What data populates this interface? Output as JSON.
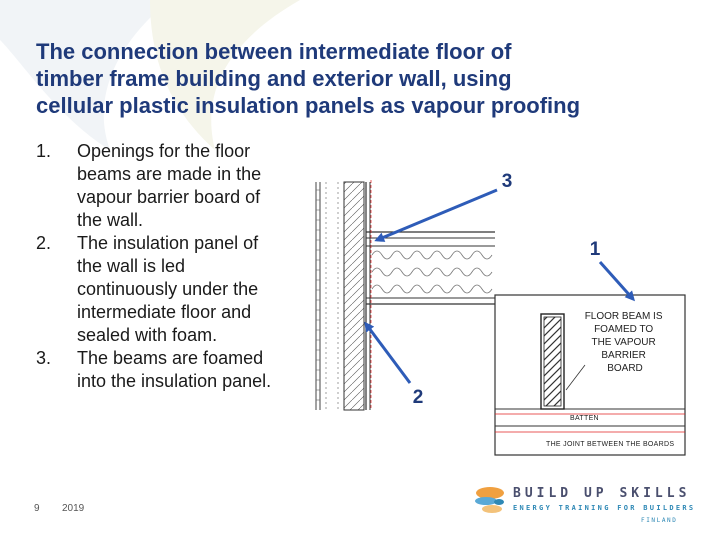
{
  "title": {
    "lines": [
      "The connection between intermediate floor of",
      "timber frame building and exterior wall, using",
      "cellular plastic insulation panels as vapour proofing"
    ]
  },
  "points": [
    {
      "number": "1.",
      "lines": [
        "Openings for the floor",
        "beams are made in the",
        "vapour barrier board of",
        "the wall."
      ]
    },
    {
      "number": "2.",
      "lines": [
        "The insulation panel of",
        "the wall is led",
        "continuously under the",
        "intermediate floor and",
        "sealed with foam."
      ]
    },
    {
      "number": "3.",
      "lines": [
        "The beams are foamed",
        "into the insulation panel."
      ]
    }
  ],
  "figure": {
    "callouts": {
      "one": "1",
      "two": "2",
      "three": "3"
    },
    "detail_note": [
      "FLOOR BEAM IS",
      "FOAMED TO",
      "THE VAPOUR",
      "BARRIER",
      "BOARD"
    ],
    "batten_label": "BATTEN",
    "joint_label": "THE JOINT BETWEEN THE BOARDS",
    "colors": {
      "arrow": "#2e5cb8",
      "callout_text": "#1f3a7a",
      "highlight_line": "#e02020"
    }
  },
  "footer": {
    "slide_number": "9",
    "year": "2019"
  },
  "logo": {
    "line1": "BUILD UP SKILLS",
    "line2": "ENERGY TRAINING FOR BUILDERS",
    "line3": "FINLAND",
    "colors": {
      "orange": "#f0a040",
      "blue": "#2e88b5",
      "grey": "#4a4f6e"
    }
  }
}
